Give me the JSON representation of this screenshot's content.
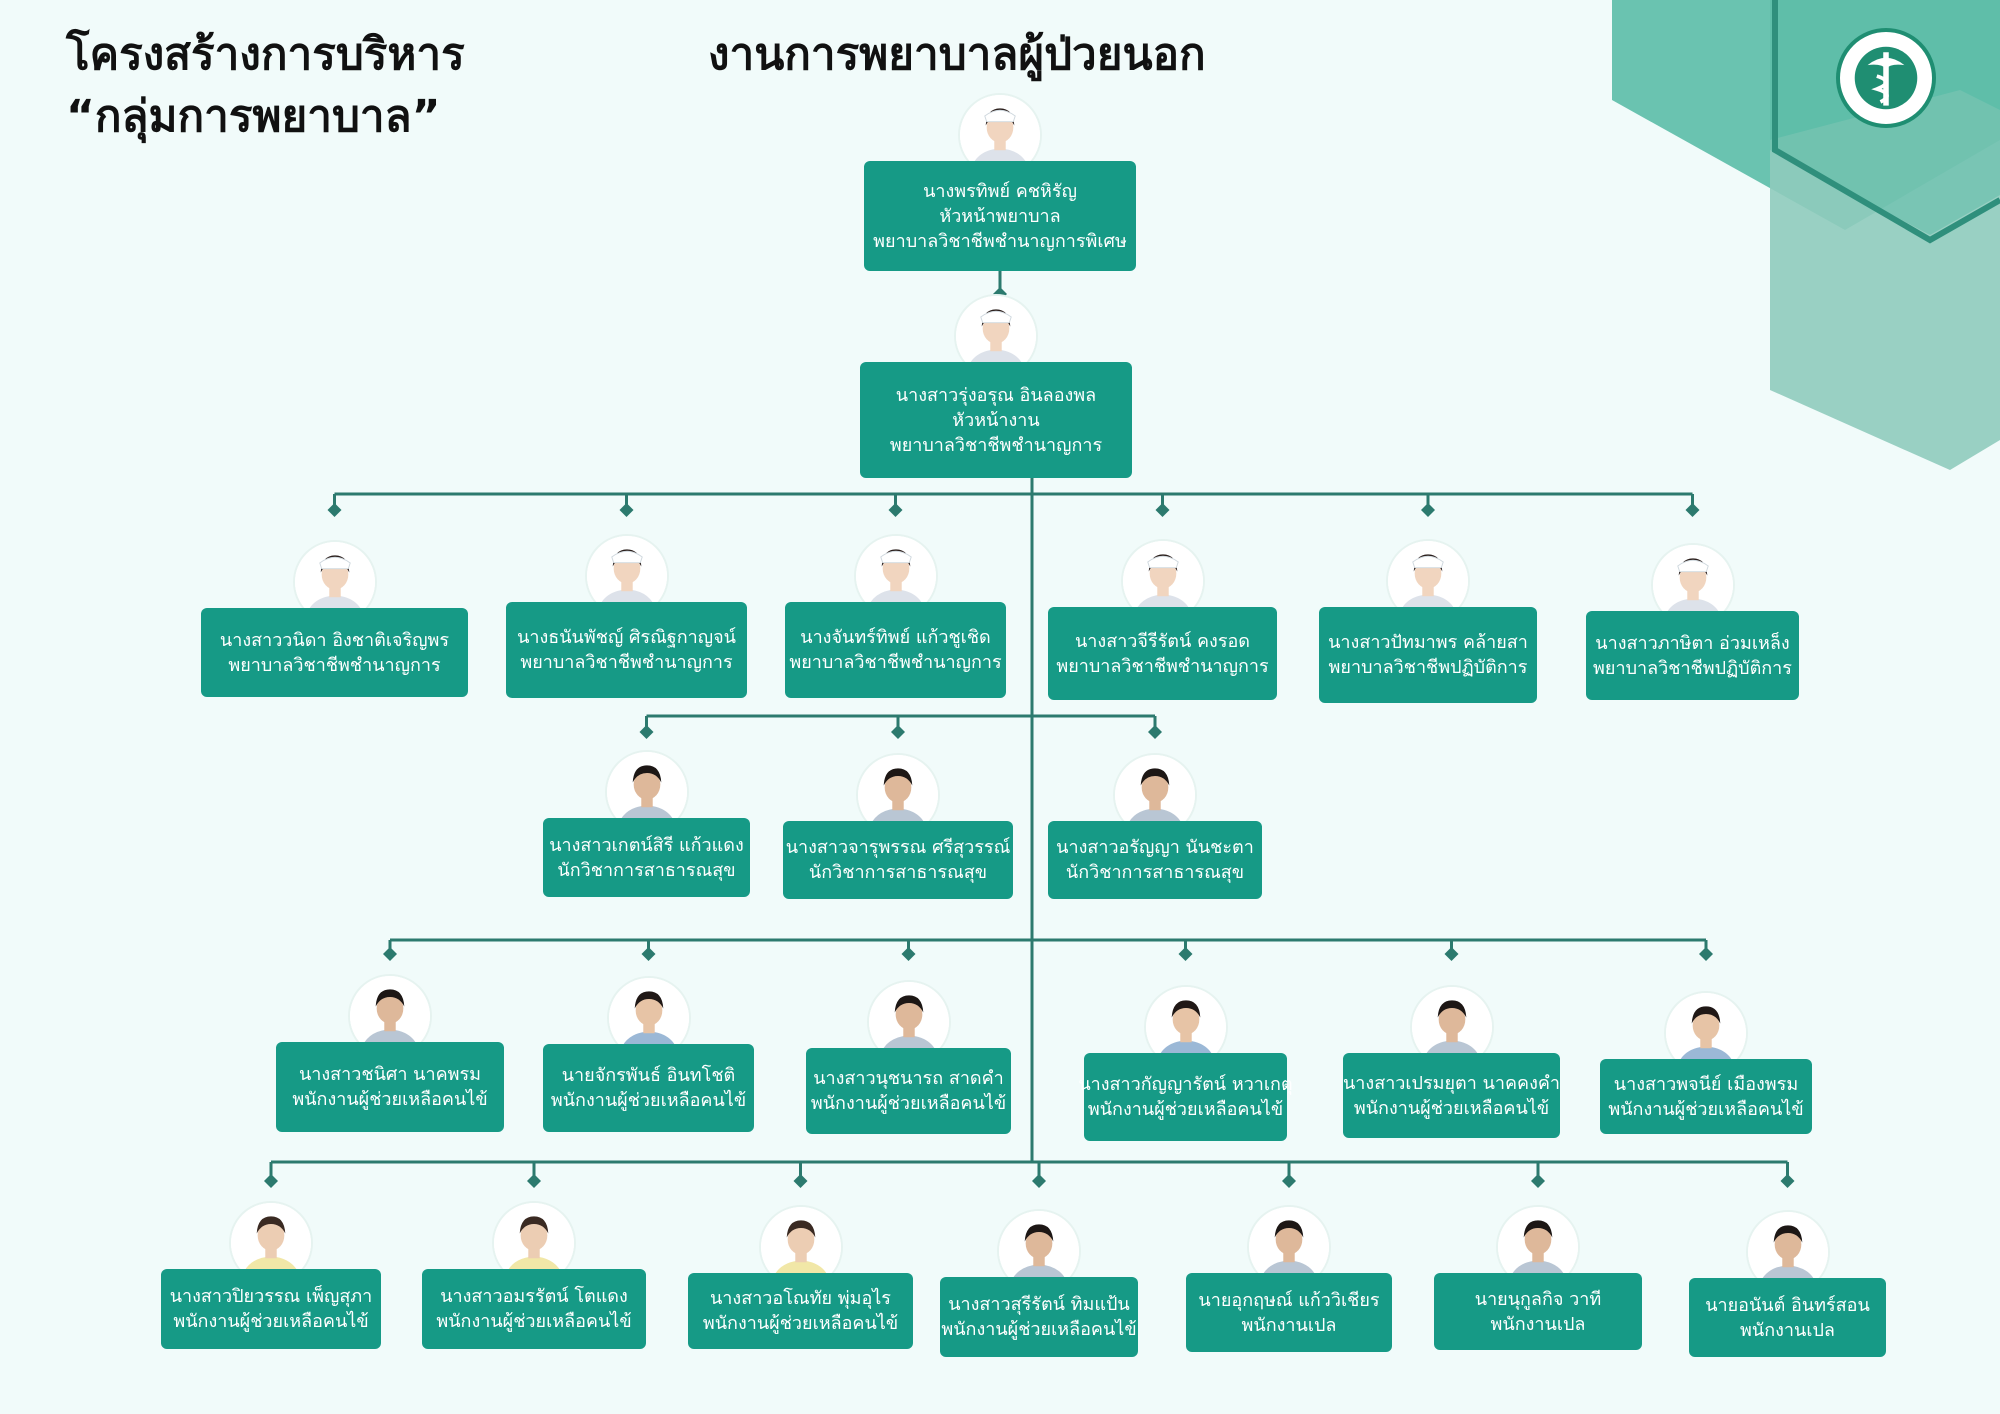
{
  "header": {
    "title_line1": "โครงสร้างการบริหาร",
    "title_line2": "“กลุ่มการพยาบาล”",
    "main_title": "งานการพยาบาลผู้ป่วยนอก"
  },
  "logo": {
    "icon": "ministry-of-public-health-caduceus-icon",
    "color": "#1f8e72"
  },
  "colors": {
    "card": "#169a86",
    "line": "#2c7a6e",
    "hex_light": "#8fcbbd",
    "hex_mid": "#52b8a2",
    "hex_dark": "#2f8f7c"
  },
  "org": {
    "head": {
      "lines": [
        "นางพรทิพย์ คชหิรัญ",
        "หัวหน้าพยาบาล",
        "พยาบาลวิชาชีพชำนาญการพิเศษ"
      ]
    },
    "unit_head": {
      "lines": [
        "นางสาวรุ่งอรุณ อินลองพล",
        "หัวหน้างาน",
        "พยาบาลวิชาชีพชำนาญการ"
      ]
    },
    "nurses": [
      {
        "lines": [
          "นางสาววนิดา อิงชาติเจริญพร",
          "พยาบาลวิชาชีพชำนาญการ"
        ]
      },
      {
        "lines": [
          "นางธนันพัชญ์ ศิรณิฐกาญจน์",
          "พยาบาลวิชาชีพชำนาญการ"
        ]
      },
      {
        "lines": [
          "นางจันทร์ทิพย์ แก้วชูเชิด",
          "พยาบาลวิชาชีพชำนาญการ"
        ]
      },
      {
        "lines": [
          "นางสาวจีรีรัตน์ คงรอด",
          "พยาบาลวิชาชีพชำนาญการ"
        ]
      },
      {
        "lines": [
          "นางสาวปัทมาพร คล้ายสา",
          "พยาบาลวิชาชีพปฏิบัติการ"
        ]
      },
      {
        "lines": [
          "นางสาวภาษิตา อ่วมเหล็ง",
          "พยาบาลวิชาชีพปฏิบัติการ"
        ]
      }
    ],
    "public_health": [
      {
        "lines": [
          "นางสาวเกตน์สิรี แก้วแดง",
          "นักวิชาการสาธารณสุข"
        ]
      },
      {
        "lines": [
          "นางสาวจารุพรรณ ศรีสุวรรณ์",
          "นักวิชาการสาธารณสุข"
        ]
      },
      {
        "lines": [
          "นางสาวอรัญญา นันชะตา",
          "นักวิชาการสาธารณสุข"
        ]
      }
    ],
    "assistants": [
      {
        "lines": [
          "นางสาวชนิศา นาคพรม",
          "พนักงานผู้ช่วยเหลือคนไข้"
        ]
      },
      {
        "lines": [
          "นายจักรพันธ์ อินทโชติ",
          "พนักงานผู้ช่วยเหลือคนไข้"
        ]
      },
      {
        "lines": [
          "นางสาวนุชนารถ สาดคำ",
          "พนักงานผู้ช่วยเหลือคนไข้"
        ]
      },
      {
        "lines": [
          "นางสาวกัญญารัตน์ หวาเกตุ",
          "พนักงานผู้ช่วยเหลือคนไข้"
        ]
      },
      {
        "lines": [
          "นางสาวเปรมยุตา นาคคงคำ",
          "พนักงานผู้ช่วยเหลือคนไข้"
        ]
      },
      {
        "lines": [
          "นางสาวพจนีย์ เมืองพรม",
          "พนักงานผู้ช่วยเหลือคนไข้"
        ]
      }
    ],
    "staff": [
      {
        "lines": [
          "นางสาวปิยวรรณ เพ็ญสุภา",
          "พนักงานผู้ช่วยเหลือคนไข้"
        ]
      },
      {
        "lines": [
          "นางสาวอมรรัตน์ โตแดง",
          "พนักงานผู้ช่วยเหลือคนไข้"
        ]
      },
      {
        "lines": [
          "นางสาวอโณทัย พุ่มอุไร",
          "พนักงานผู้ช่วยเหลือคนไข้"
        ]
      },
      {
        "lines": [
          "นางสาวสุรีรัตน์ ทิมแป้น",
          "พนักงานผู้ช่วยเหลือคนไข้"
        ]
      },
      {
        "lines": [
          "นายอุกฤษณ์ แก้ววิเชียร",
          "พนักงานเปล"
        ]
      },
      {
        "lines": [
          "นายนุกูลกิจ วาที",
          "พนักงานเปล"
        ]
      },
      {
        "lines": [
          "นายอนันต์ อินทร์สอน",
          "พนักงานเปล"
        ]
      }
    ]
  }
}
